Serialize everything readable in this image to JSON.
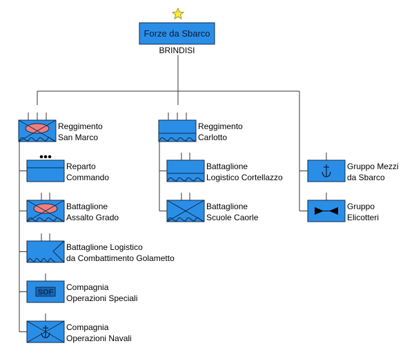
{
  "colors": {
    "unit_fill": "#2b8ee6",
    "unit_border": "#0d2a4a",
    "line": "#333333",
    "amphibious_fill": "#ef7f7f",
    "star_fill": "#ffee33",
    "star_border": "#8a7a00",
    "sof_fill": "#1a66b3"
  },
  "headquarters": {
    "name": "Forze da Sbarco",
    "location": "BRINDISI",
    "rank_icon": "star-icon"
  },
  "columns": [
    {
      "id": "san-marco",
      "parent": {
        "line1": "Reggimento",
        "line2": "San Marco",
        "echelon": "regiment",
        "symbol": "amphibious-infantry"
      },
      "children": [
        {
          "line1": "Reparto",
          "line2": "Commando",
          "echelon": "company-dots",
          "symbol": "special-forces-band"
        },
        {
          "line1": "Battaglione",
          "line2": "Assalto Grado",
          "echelon": "battalion",
          "symbol": "amphibious-infantry"
        },
        {
          "line1": "Battaglione Logistico",
          "line2": "da Combattimento Golametto",
          "echelon": "battalion",
          "symbol": "logistics-amphibious"
        },
        {
          "line1": "Compagnia",
          "line2": "Operazioni Speciali",
          "echelon": "company",
          "symbol": "sof",
          "badge": "SOF"
        },
        {
          "line1": "Compagnia",
          "line2": "Operazioni Navali",
          "echelon": "company",
          "symbol": "naval-infantry"
        }
      ]
    },
    {
      "id": "carlotto",
      "parent": {
        "line1": "Reggimento",
        "line2": "Carlotto",
        "echelon": "regiment",
        "symbol": "amphibious-support"
      },
      "children": [
        {
          "line1": "Battaglione",
          "line2": "Logistico Cortellazzo",
          "echelon": "battalion",
          "symbol": "amphibious-support"
        },
        {
          "line1": "Battaglione",
          "line2": "Scuole Caorle",
          "echelon": "battalion",
          "symbol": "amphibious-training"
        }
      ]
    },
    {
      "id": "mezzi",
      "parent": null,
      "children": [
        {
          "line1": "Gruppo Mezzi",
          "line2": "da Sbarco",
          "echelon": "company",
          "symbol": "landing-craft"
        },
        {
          "line1": "Gruppo",
          "line2": "Elicotteri",
          "echelon": "company",
          "symbol": "helicopter"
        }
      ]
    }
  ]
}
